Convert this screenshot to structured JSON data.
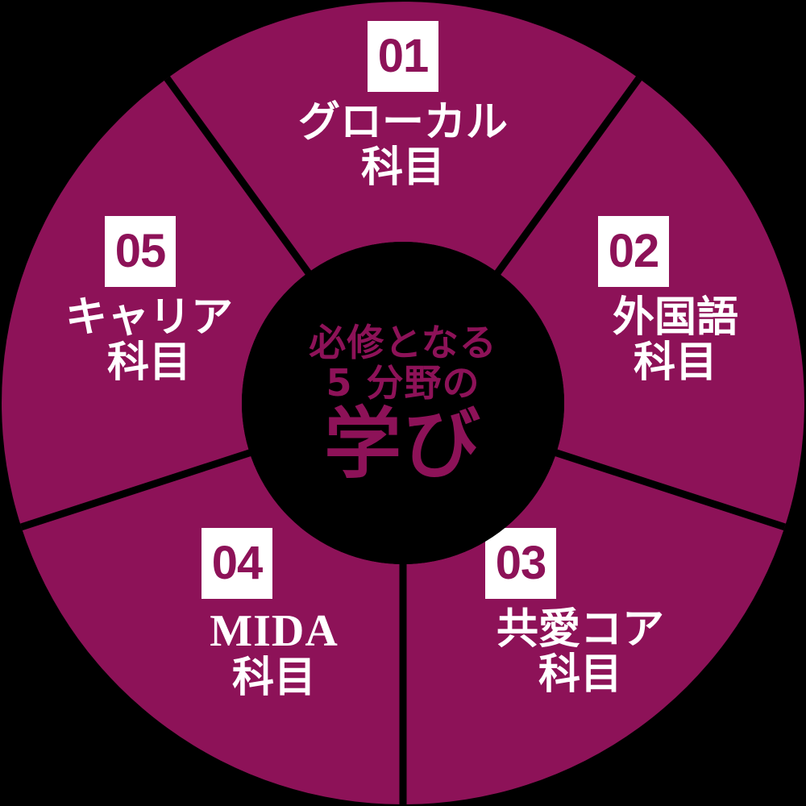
{
  "diagram": {
    "title": "必修となる5分野の学び",
    "type": "donut-wheel",
    "colors": {
      "background": "#000000",
      "segment": "#8d1258",
      "divider": "#000000",
      "label_text": "#ffffff",
      "number_box_bg": "#ffffff",
      "number_text": "#8d1258",
      "hub_bg": "#000000",
      "hub_text": "#8d1258"
    },
    "hub": {
      "line1": "必修となる",
      "line2": "5 分野の",
      "line3": "学び"
    },
    "segments": [
      {
        "number": "01",
        "line1": "グローカル",
        "line2": "科目",
        "latin": false
      },
      {
        "number": "02",
        "line1": "外国語",
        "line2": "科目",
        "latin": false
      },
      {
        "number": "03",
        "line1": "共愛コア",
        "line2": "科目",
        "latin": false
      },
      {
        "number": "04",
        "line1": "MIDA",
        "line2": "科目",
        "latin": true
      },
      {
        "number": "05",
        "line1": "キャリア",
        "line2": "科目",
        "latin": false
      }
    ]
  },
  "chart_data": {
    "type": "pie",
    "title": "必修となる5分野の学び",
    "categories": [
      "グローカル科目",
      "外国語科目",
      "共愛コア科目",
      "MIDA科目",
      "キャリア科目"
    ],
    "labels": [
      "01",
      "02",
      "03",
      "04",
      "05"
    ],
    "values": [
      20,
      20,
      20,
      20,
      20
    ],
    "units": "percent",
    "legend": "inline",
    "grid": false,
    "notes": "Five equal wedges of a donut; center hub holds the title text."
  }
}
